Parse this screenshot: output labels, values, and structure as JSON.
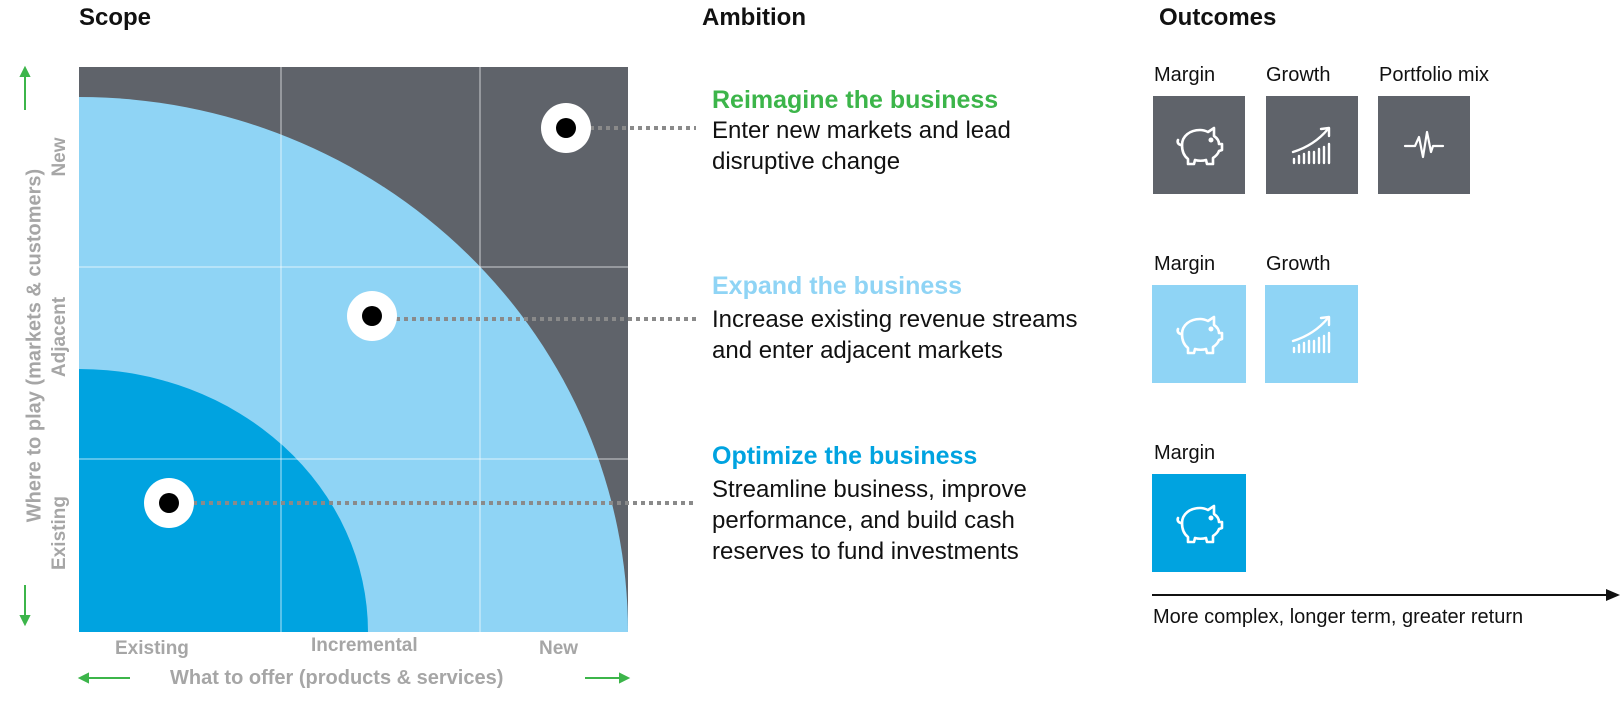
{
  "headers": {
    "scope": "Scope",
    "ambition": "Ambition",
    "outcomes": "Outcomes"
  },
  "y_axis": {
    "title": "Where to play (markets & customers)",
    "levels": [
      "New",
      "Adjacent",
      "Existing"
    ]
  },
  "x_axis": {
    "title": "What to offer (products & services)",
    "levels": [
      "Existing",
      "Incremental",
      "New"
    ]
  },
  "ambitions": [
    {
      "title": "Reimagine the business",
      "desc1": "Enter new markets and lead",
      "desc2": "disruptive change",
      "desc3": "",
      "color": "#3cb54a"
    },
    {
      "title": "Expand the business",
      "desc1": "Increase existing revenue streams",
      "desc2": "and enter adjacent markets",
      "desc3": "",
      "color": "#8fd4f5"
    },
    {
      "title": "Optimize the business",
      "desc1": "Streamline business, improve",
      "desc2": "performance, and build cash",
      "desc3": "reserves to fund investments",
      "color": "#00a3e0"
    }
  ],
  "outcomes": {
    "reimagine": [
      "Margin",
      "Growth",
      "Portfolio mix"
    ],
    "expand": [
      "Margin",
      "Growth"
    ],
    "optimize": [
      "Margin"
    ],
    "icons": {
      "margin": "piggy-bank-icon",
      "growth": "growth-chart-icon",
      "portfolio_mix": "pulse-icon"
    }
  },
  "arrow_caption": "More complex, longer term, greater return",
  "colors": {
    "dark": "#5f636a",
    "light_blue": "#8fd4f5",
    "blue": "#00a3e0",
    "green": "#3cb54a",
    "gray_label": "#a6a6a6",
    "axis_arrow": "#3cb54a"
  }
}
